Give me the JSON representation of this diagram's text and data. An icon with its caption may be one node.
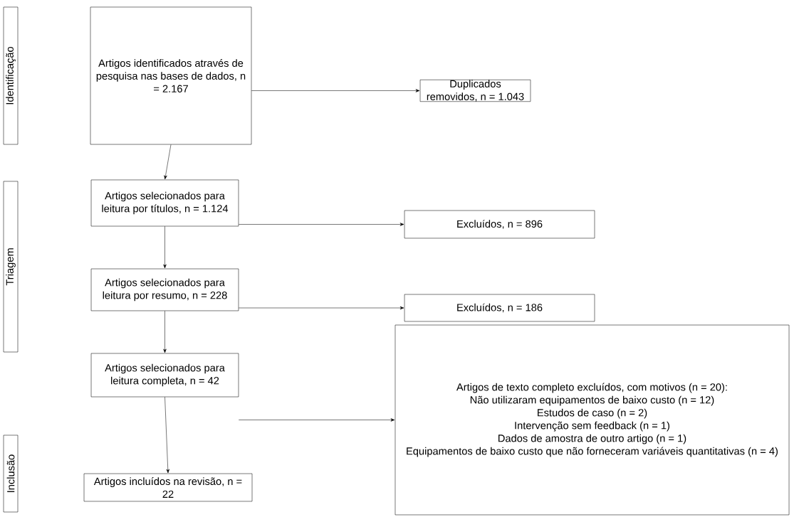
{
  "diagram": {
    "nodes": [
      {
        "text": [
          "Identificação"
        ]
      },
      {
        "text": [
          "Artigos identificados através de pesquisa nas bases de dados, n = 2.167"
        ]
      },
      {
        "text": [
          "Duplicados removidos, n = 1.043"
        ]
      },
      {
        "text": [
          "Triagem"
        ]
      },
      {
        "text": [
          "Artigos selecionados para leitura por títulos, n = 1.124"
        ]
      },
      {
        "text": [
          "Excluídos, n = 896"
        ]
      },
      {
        "text": [
          "Artigos selecionados para leitura por resumo, n = 228"
        ]
      },
      {
        "text": [
          "Excluídos, n = 186"
        ]
      },
      {
        "text": [
          "Artigos selecionados para leitura completa, n = 42"
        ]
      },
      {
        "text": [
          "Artigos de texto completo excluídos, com motivos (n = 20):",
          "Não utilizaram equipamentos de baixo custo (n = 12)",
          "Estudos de caso (n = 2)",
          "Intervenção sem feedback (n = 1)",
          "Dados de amostra de outro artigo (n = 1)",
          "Equipamentos de baixo custo que não forneceram variáveis quantitativas (n = 4)"
        ]
      },
      {
        "text": [
          "Inclusão"
        ]
      },
      {
        "text": [
          "Artigos incluídos na revisão, n = 22"
        ]
      }
    ],
    "edges": [
      {
        "from": 1,
        "to": 2,
        "arrow": "to"
      },
      {
        "from": 1,
        "to": 4,
        "arrow": "to"
      },
      {
        "from": 4,
        "to": 5,
        "arrow": "to"
      },
      {
        "from": 4,
        "to": 6,
        "arrow": "to"
      },
      {
        "from": 6,
        "to": 7,
        "arrow": "to"
      },
      {
        "from": 6,
        "to": 8,
        "arrow": "to"
      },
      {
        "from": 8,
        "to": 9,
        "arrow": "to"
      },
      {
        "from": 8,
        "to": 11,
        "arrow": "to"
      }
    ]
  }
}
